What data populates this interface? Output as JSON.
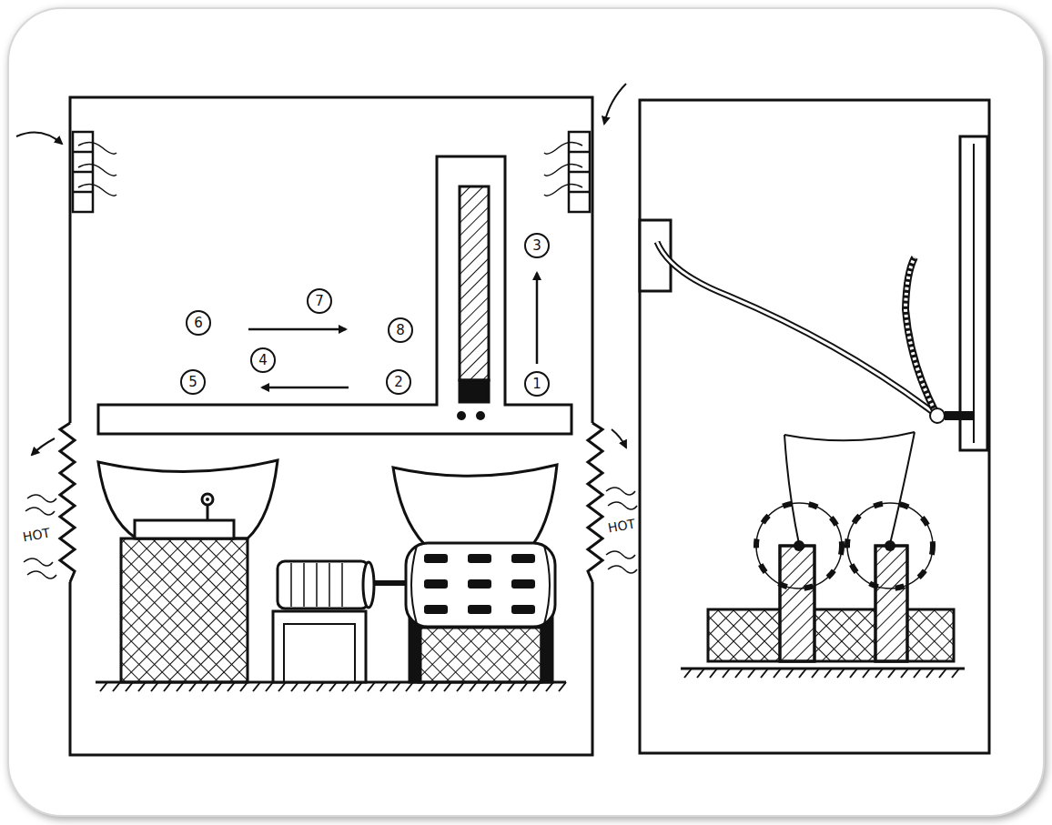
{
  "diagram": {
    "labels": [
      "3",
      "6",
      "7",
      "8",
      "4",
      "5",
      "2",
      "1",
      "HOT",
      "HOT"
    ]
  }
}
